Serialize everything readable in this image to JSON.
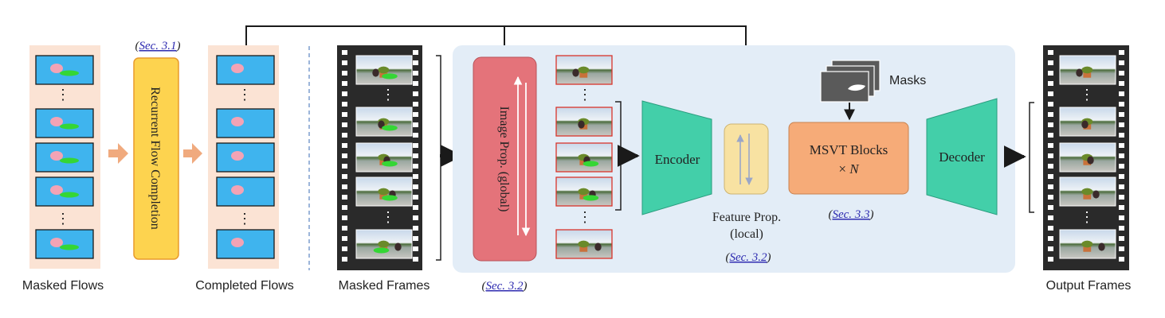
{
  "labels": {
    "masked_flows": "Masked Flows",
    "completed_flows": "Completed Flows",
    "masked_frames": "Masked Frames",
    "output_frames": "Output Frames",
    "masks": "Masks"
  },
  "blocks": {
    "flow_completion": "Recurrent Flow Completion",
    "image_prop": "Image Prop. (global)",
    "encoder": "Encoder",
    "decoder": "Decoder",
    "msvt_line1": "MSVT Blocks",
    "msvt_line2_prefix": "× ",
    "msvt_line2_var": "N",
    "feature_prop_line1": "Feature Prop.",
    "feature_prop_line2": "(local)"
  },
  "refs": {
    "sec31": {
      "open": "(",
      "text": "Sec. 3.1",
      "close": ")"
    },
    "sec32_global": {
      "open": "(",
      "text": "Sec. 3.2",
      "close": ")"
    },
    "sec32_local": {
      "open": "(",
      "text": "Sec. 3.2",
      "close": ")"
    },
    "sec33": {
      "open": "(",
      "text": "Sec. 3.3",
      "close": ")"
    }
  },
  "ellipsis": "⋮",
  "colors": {
    "flow_panel_bg": "#fbe3d4",
    "flow_thumb": "#3fb4ee",
    "flow_completion_fill": "#fdd34f",
    "flow_completion_stroke": "#e89a2c",
    "orange_arrow": "#f0aa7e",
    "main_panel_bg": "#e3edf7",
    "image_prop_fill": "#e4737a",
    "encoder_decoder_fill": "#43cfa9",
    "feature_prop_fill": "#f8e2a2",
    "msvt_fill": "#f6ab78",
    "film_strip": "#2a2a2a",
    "ref_link": "#2d2ab0",
    "mask_overlay": "#35d635"
  }
}
